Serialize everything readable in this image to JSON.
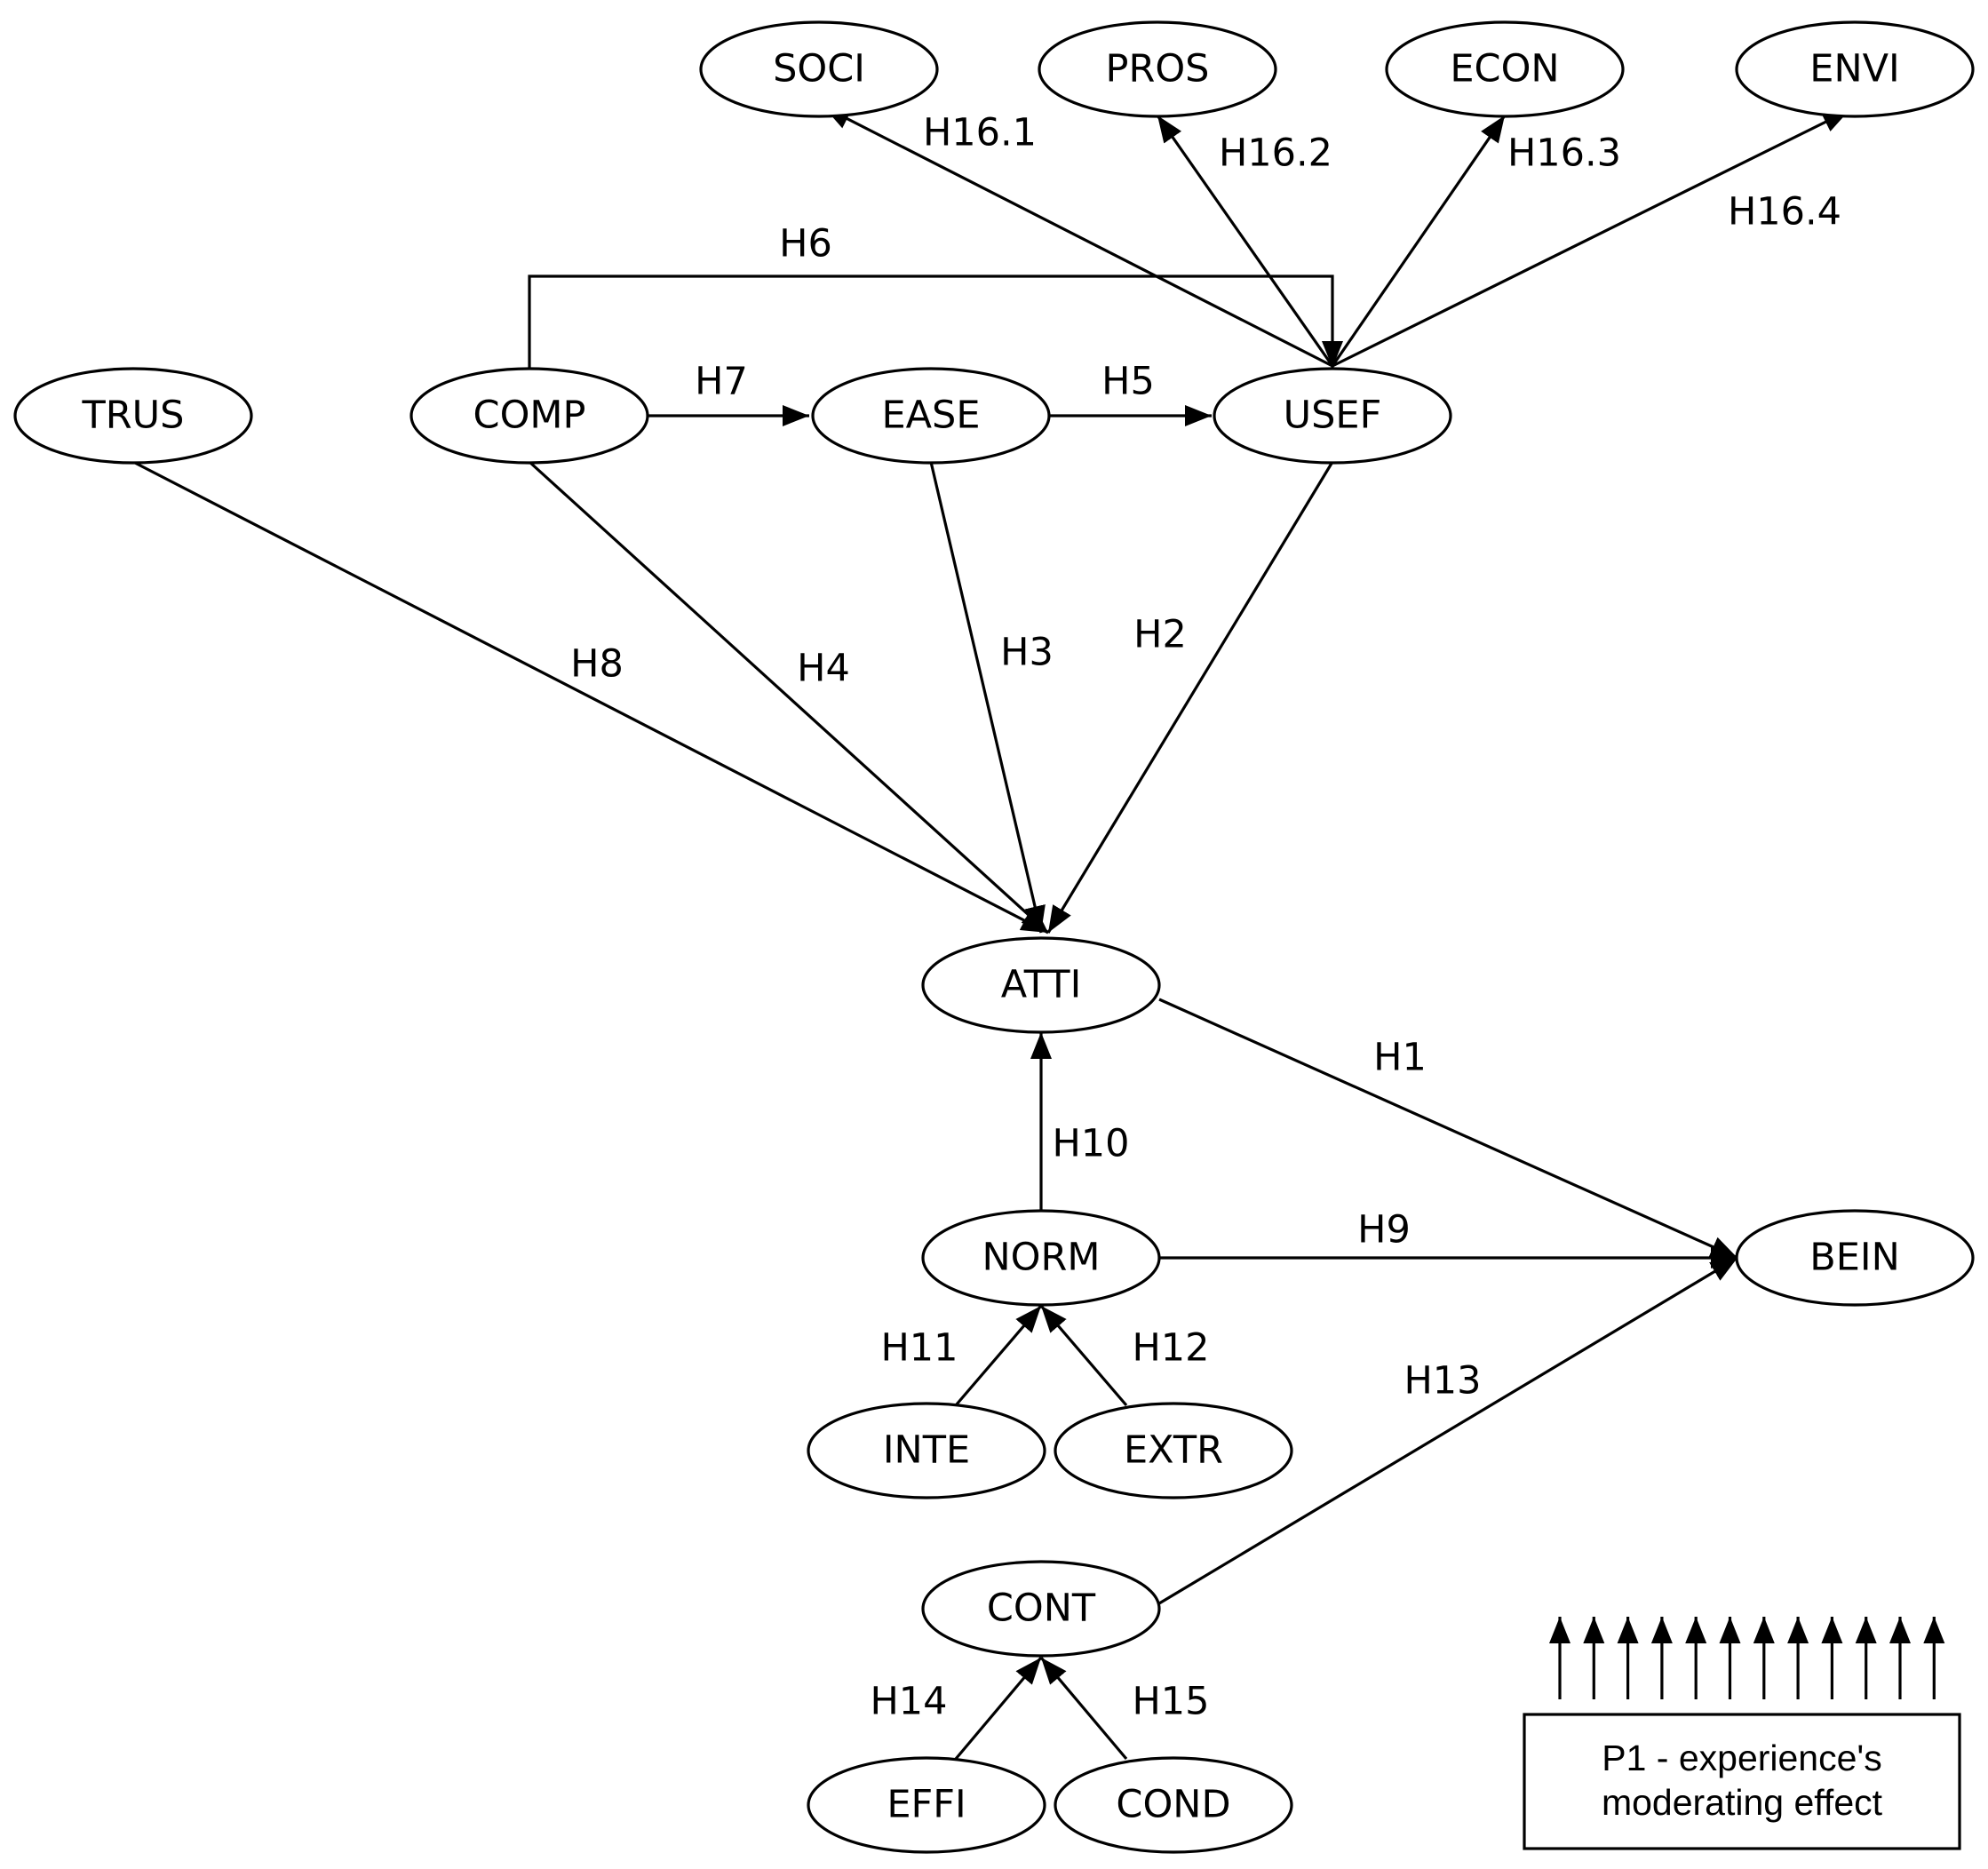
{
  "nodes": [
    {
      "id": "SOCI",
      "label": "SOCI"
    },
    {
      "id": "PROS",
      "label": "PROS"
    },
    {
      "id": "ECON",
      "label": "ECON"
    },
    {
      "id": "ENVI",
      "label": "ENVI"
    },
    {
      "id": "TRUS",
      "label": "TRUS"
    },
    {
      "id": "COMP",
      "label": "COMP"
    },
    {
      "id": "EASE",
      "label": "EASE"
    },
    {
      "id": "USEF",
      "label": "USEF"
    },
    {
      "id": "ATTI",
      "label": "ATTI"
    },
    {
      "id": "NORM",
      "label": "NORM"
    },
    {
      "id": "BEIN",
      "label": "BEIN"
    },
    {
      "id": "INTE",
      "label": "INTE"
    },
    {
      "id": "EXTR",
      "label": "EXTR"
    },
    {
      "id": "CONT",
      "label": "CONT"
    },
    {
      "id": "EFFI",
      "label": "EFFI"
    },
    {
      "id": "COND",
      "label": "COND"
    }
  ],
  "edges": [
    {
      "from": "USEF",
      "to": "SOCI",
      "label": "H16.1"
    },
    {
      "from": "USEF",
      "to": "PROS",
      "label": "H16.2"
    },
    {
      "from": "USEF",
      "to": "ECON",
      "label": "H16.3"
    },
    {
      "from": "USEF",
      "to": "ENVI",
      "label": "H16.4"
    },
    {
      "from": "COMP",
      "to": "USEF",
      "label": "H6"
    },
    {
      "from": "COMP",
      "to": "EASE",
      "label": "H7"
    },
    {
      "from": "EASE",
      "to": "USEF",
      "label": "H5"
    },
    {
      "from": "TRUS",
      "to": "ATTI",
      "label": "H8"
    },
    {
      "from": "COMP",
      "to": "ATTI",
      "label": "H4"
    },
    {
      "from": "EASE",
      "to": "ATTI",
      "label": "H3"
    },
    {
      "from": "USEF",
      "to": "ATTI",
      "label": "H2"
    },
    {
      "from": "ATTI",
      "to": "BEIN",
      "label": "H1"
    },
    {
      "from": "NORM",
      "to": "ATTI",
      "label": "H10"
    },
    {
      "from": "NORM",
      "to": "BEIN",
      "label": "H9"
    },
    {
      "from": "INTE",
      "to": "NORM",
      "label": "H11"
    },
    {
      "from": "EXTR",
      "to": "NORM",
      "label": "H12"
    },
    {
      "from": "CONT",
      "to": "BEIN",
      "label": "H13"
    },
    {
      "from": "EFFI",
      "to": "CONT",
      "label": "H14"
    },
    {
      "from": "COND",
      "to": "CONT",
      "label": "H15"
    }
  ],
  "moderator": {
    "line1": "P1 - experience's",
    "line2": "moderating effect",
    "arrow_count": 12
  }
}
